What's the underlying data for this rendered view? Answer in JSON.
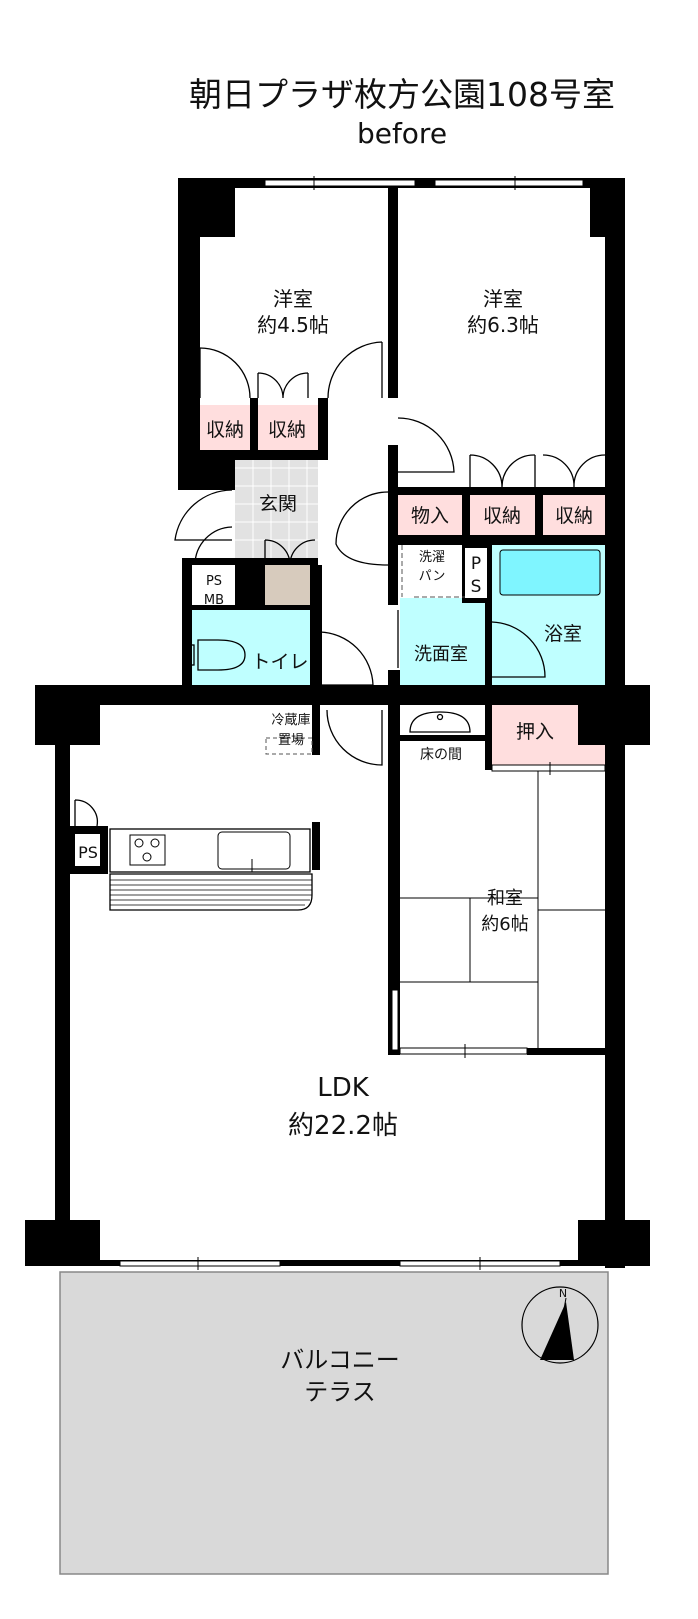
{
  "title": "朝日プラザ枚方公園108号室",
  "subtitle": "before",
  "rooms": {
    "western1": {
      "name": "洋室",
      "size": "約4.5帖"
    },
    "western2": {
      "name": "洋室",
      "size": "約6.3帖"
    },
    "storage_a": "収納",
    "storage_b": "収納",
    "storage_c": "収納",
    "storage_d": "収納",
    "closet": "物入",
    "entrance": "玄関",
    "ps_mb_1": "PS",
    "ps_mb_2": "MB",
    "toilet": "トイレ",
    "laundry_1": "洗濯",
    "laundry_2": "パン",
    "ps_v1": "P",
    "ps_v2": "S",
    "washroom": "洗面室",
    "bathroom": "浴室",
    "fridge_1": "冷蔵庫",
    "fridge_2": "置場",
    "tokonoma": "床の間",
    "oshiire": "押入",
    "japanese": {
      "name": "和室",
      "size": "約6帖"
    },
    "kitchen_ps": "PS",
    "ldk": {
      "name": "LDK",
      "size": "約22.2帖"
    },
    "balcony_1": "バルコニー",
    "balcony_2": "テラス"
  },
  "compass": "N",
  "colors": {
    "storage": "#ffdede",
    "wet": "#bfffff",
    "tile": "#e2e2e2",
    "shoe": "#d7cbbd",
    "balcony": "#d9d9d9",
    "tub": "#7ff5ff"
  }
}
